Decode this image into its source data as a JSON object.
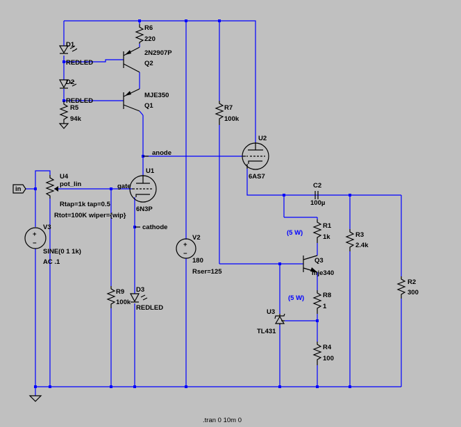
{
  "components": {
    "r6": {
      "name": "R6",
      "value": "220"
    },
    "d1": {
      "name": "D1",
      "value": "REDLED"
    },
    "d2": {
      "name": "D2",
      "value": "REDLED"
    },
    "r5": {
      "name": "R5",
      "value": "94k"
    },
    "q2": {
      "name": "Q2",
      "value": "2N2907P"
    },
    "q1": {
      "name": "Q1",
      "value": "MJE350"
    },
    "r7": {
      "name": "R7",
      "value": "100k"
    },
    "u2": {
      "name": "U2",
      "value": "6AS7"
    },
    "u1": {
      "name": "U1",
      "value": "6N3P"
    },
    "u4": {
      "name": "U4",
      "value": "pot_lin",
      "param1": "Rtap=1k tap=0.5",
      "param2": "Rtot=100K wiper={wip}"
    },
    "v3": {
      "name": "V3",
      "value": "SINE(0 1 1k)",
      "param": "AC .1"
    },
    "v2": {
      "name": "V2",
      "value": "180",
      "param": "Rser=125"
    },
    "c2": {
      "name": "C2",
      "value": "100µ"
    },
    "r1": {
      "name": "R1",
      "value": "1k"
    },
    "r3": {
      "name": "R3",
      "value": "2.4k"
    },
    "r2": {
      "name": "R2",
      "value": "300"
    },
    "q3": {
      "name": "Q3",
      "value": "mje340"
    },
    "r8": {
      "name": "R8",
      "value": "1"
    },
    "u3": {
      "name": "U3",
      "value": "TL431"
    },
    "r4": {
      "name": "R4",
      "value": "100"
    },
    "r9": {
      "name": "R9",
      "value": "100k"
    },
    "d3": {
      "name": "D3",
      "value": "REDLED"
    }
  },
  "nets": {
    "anode": "anode",
    "gate": "gate",
    "cathode": "cathode",
    "in": "in"
  },
  "notes": {
    "r1_power": "(5 W)",
    "r8_power": "(5 W)"
  },
  "directive": ".tran 0 10m 0"
}
